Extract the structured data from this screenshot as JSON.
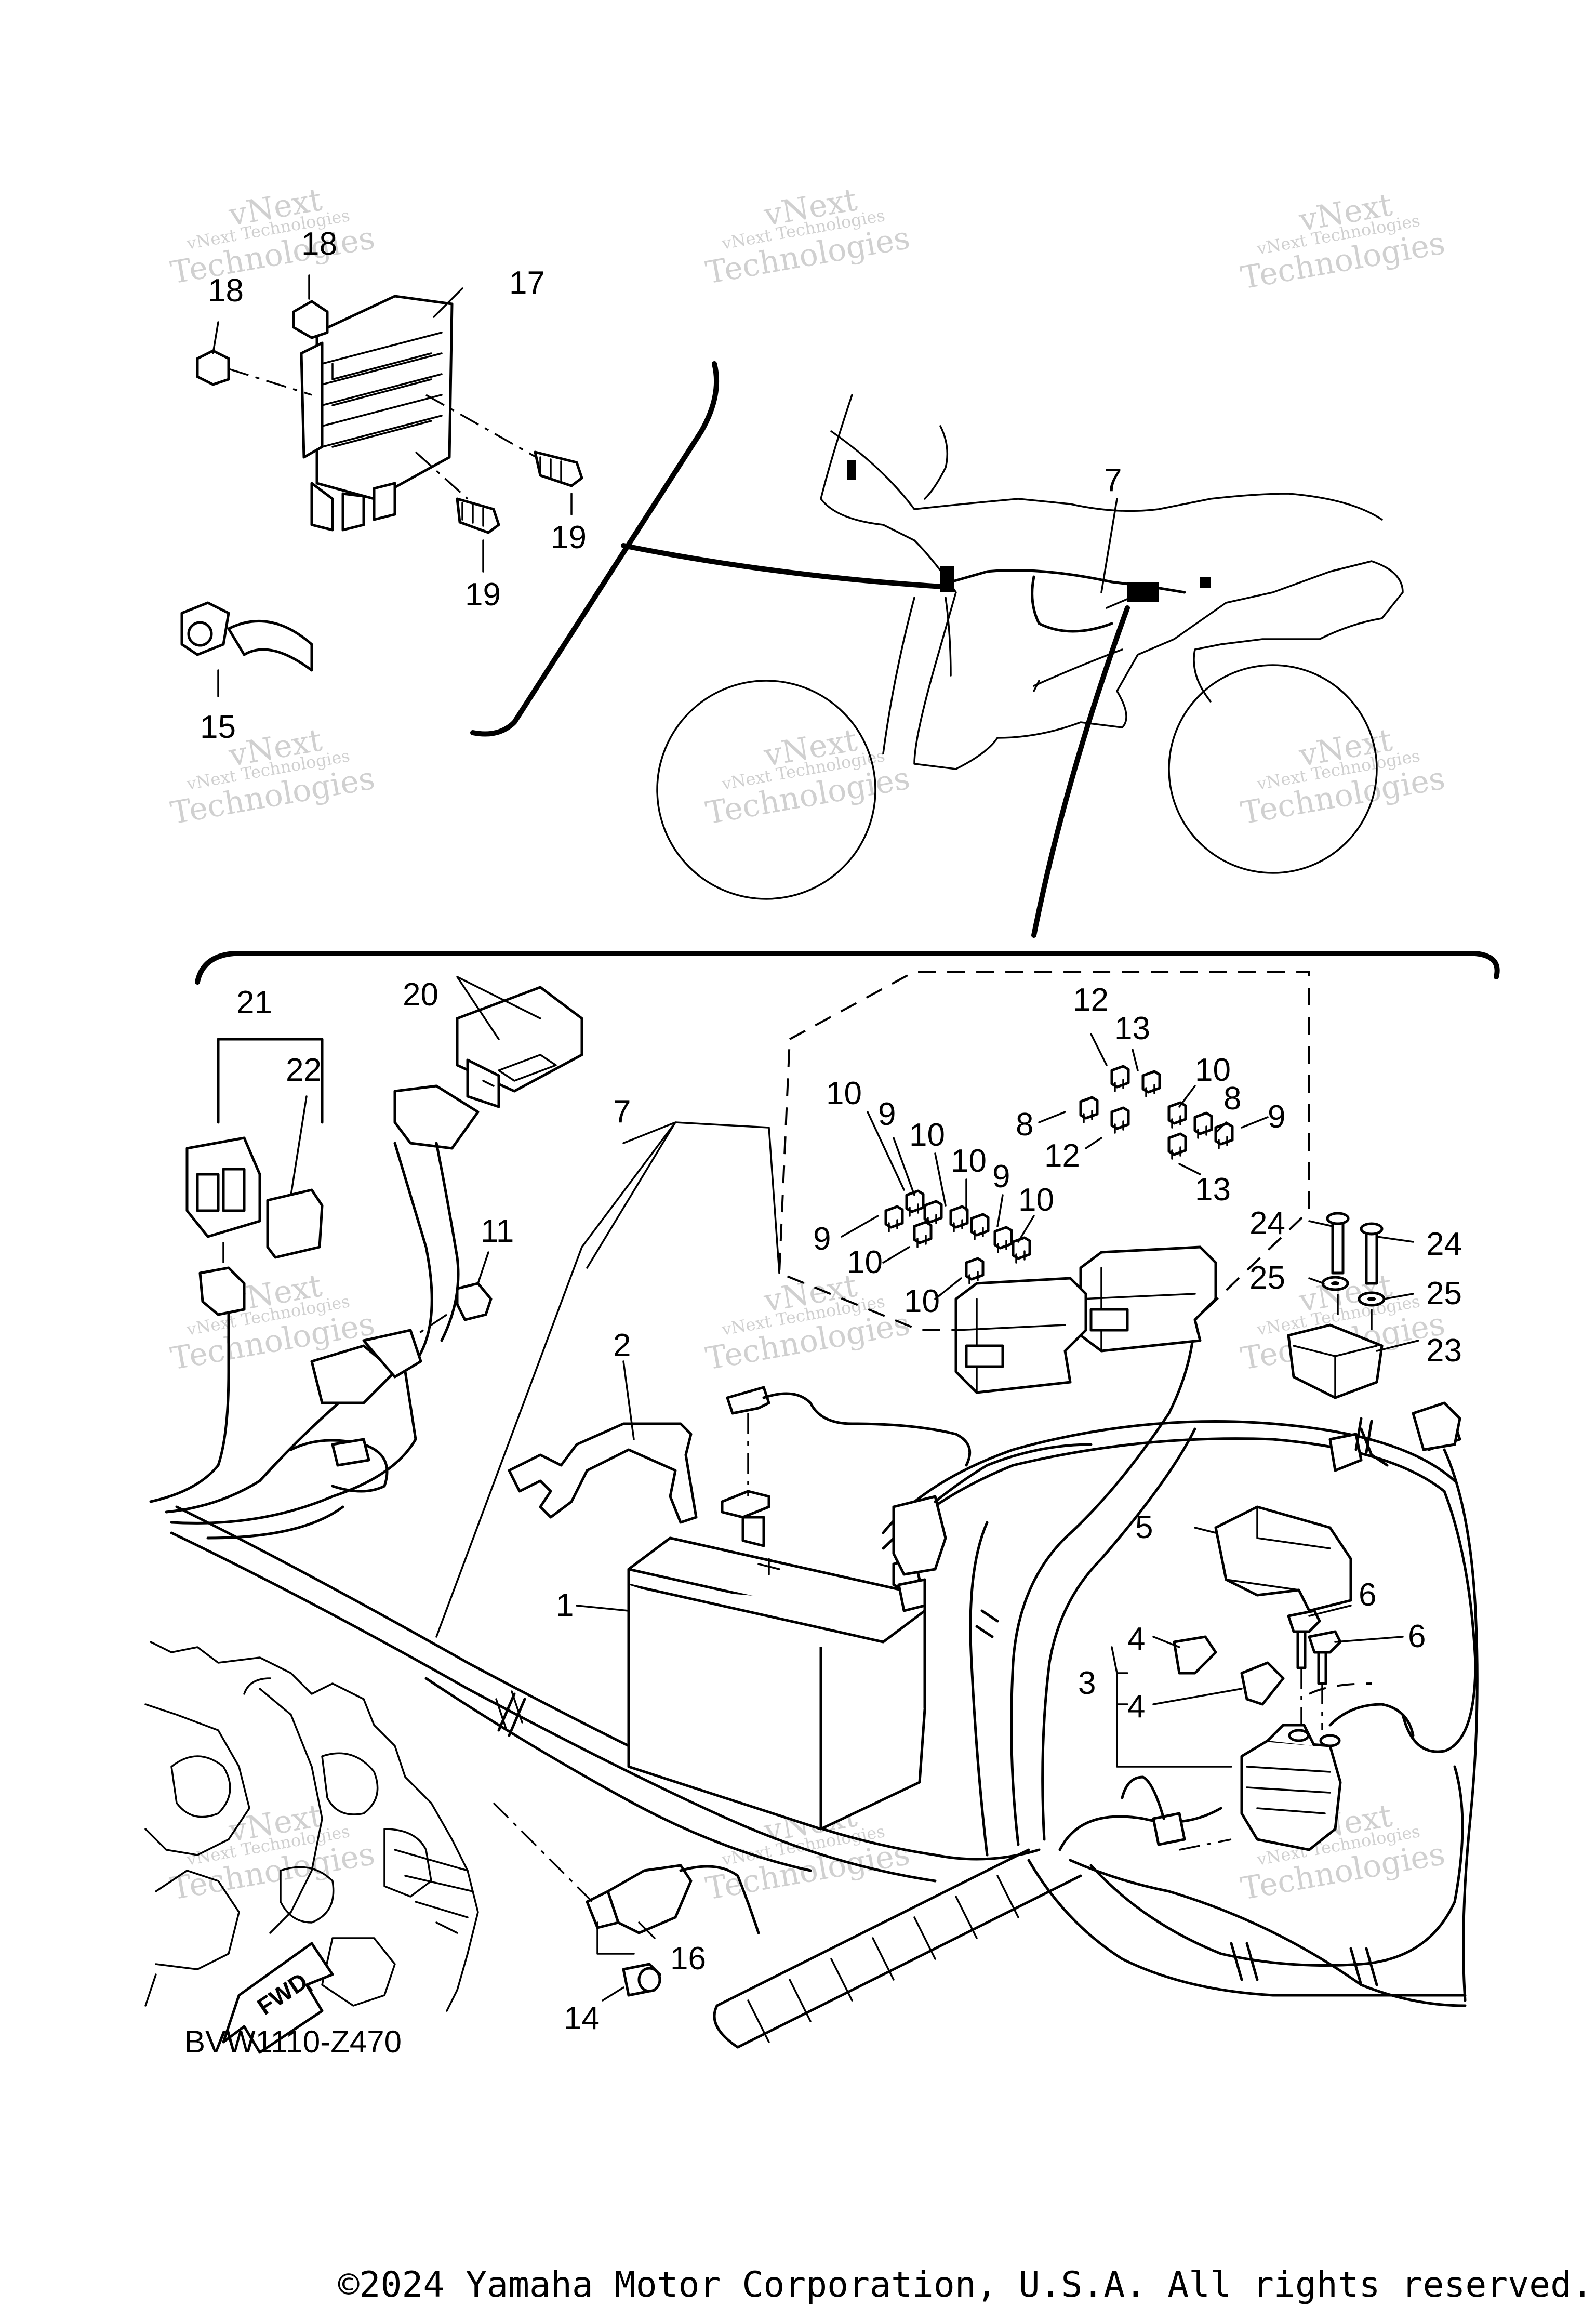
{
  "diagram": {
    "diagram_code": "BVW1110-Z470",
    "fwd_label": "FWD",
    "copyright": "©2024 Yamaha Motor Corporation, U.S.A. All rights reserved.",
    "watermark": {
      "line1": "vNext Technologies",
      "line2": "Technologies",
      "top": "vNext"
    },
    "callouts": [
      {
        "id": "c1",
        "text": "1"
      },
      {
        "id": "c2",
        "text": "2"
      },
      {
        "id": "c3",
        "text": "3"
      },
      {
        "id": "c4a",
        "text": "4"
      },
      {
        "id": "c4b",
        "text": "4"
      },
      {
        "id": "c5",
        "text": "5"
      },
      {
        "id": "c6a",
        "text": "6"
      },
      {
        "id": "c6b",
        "text": "6"
      },
      {
        "id": "c7a",
        "text": "7"
      },
      {
        "id": "c7b",
        "text": "7"
      },
      {
        "id": "c8a",
        "text": "8"
      },
      {
        "id": "c8b",
        "text": "8"
      },
      {
        "id": "c9a",
        "text": "9"
      },
      {
        "id": "c9b",
        "text": "9"
      },
      {
        "id": "c9c",
        "text": "9"
      },
      {
        "id": "c9d",
        "text": "9"
      },
      {
        "id": "c10a",
        "text": "10"
      },
      {
        "id": "c10b",
        "text": "10"
      },
      {
        "id": "c10c",
        "text": "10"
      },
      {
        "id": "c10d",
        "text": "10"
      },
      {
        "id": "c10e",
        "text": "10"
      },
      {
        "id": "c10f",
        "text": "10"
      },
      {
        "id": "c10g",
        "text": "10"
      },
      {
        "id": "c11",
        "text": "11"
      },
      {
        "id": "c12a",
        "text": "12"
      },
      {
        "id": "c12b",
        "text": "12"
      },
      {
        "id": "c13a",
        "text": "13"
      },
      {
        "id": "c13b",
        "text": "13"
      },
      {
        "id": "c14",
        "text": "14"
      },
      {
        "id": "c15",
        "text": "15"
      },
      {
        "id": "c16",
        "text": "16"
      },
      {
        "id": "c17",
        "text": "17"
      },
      {
        "id": "c18a",
        "text": "18"
      },
      {
        "id": "c18b",
        "text": "18"
      },
      {
        "id": "c19a",
        "text": "19"
      },
      {
        "id": "c19b",
        "text": "19"
      },
      {
        "id": "c20",
        "text": "20"
      },
      {
        "id": "c21",
        "text": "21"
      },
      {
        "id": "c22",
        "text": "22"
      },
      {
        "id": "c23",
        "text": "23"
      },
      {
        "id": "c24a",
        "text": "24"
      },
      {
        "id": "c24b",
        "text": "24"
      },
      {
        "id": "c25a",
        "text": "25"
      },
      {
        "id": "c25b",
        "text": "25"
      }
    ]
  }
}
